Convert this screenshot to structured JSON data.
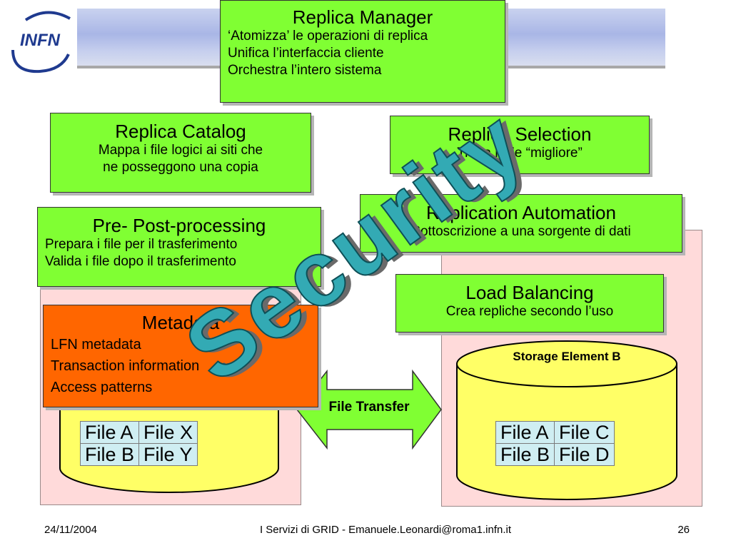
{
  "header": {
    "logo_text": "INFN"
  },
  "replica_manager": {
    "title": "Replica Manager",
    "lines": [
      "‘Atomizza’ le operazioni di replica",
      "Unifica l’interfaccia cliente",
      "Orchestra l’intero sistema"
    ]
  },
  "replica_catalog": {
    "title": "Replica Catalog",
    "lines": [
      "Mappa i file logici ai siti che",
      "ne posseggono una copia"
    ]
  },
  "replica_selection": {
    "title": "Replica Selection",
    "line": "Trova il file “migliore”"
  },
  "pre_post": {
    "title": "Pre- Post-processing",
    "lines": [
      "Prepara i file per il trasferimento",
      "Valida i file dopo il trasferimento"
    ]
  },
  "replication_automation": {
    "title": "Replication Automation",
    "line": "Sottoscrizione a una sorgente di dati"
  },
  "load_balancing": {
    "title": "Load Balancing",
    "line": "Crea repliche secondo l’uso"
  },
  "metadata": {
    "title": "Metadata",
    "lines": [
      "LFN metadata",
      "Transaction information",
      "Access patterns"
    ]
  },
  "file_transfer": {
    "label": "File Transfer"
  },
  "storage_a": {
    "files": [
      [
        "File A",
        "File X"
      ],
      [
        "File B",
        "File Y"
      ]
    ]
  },
  "storage_b": {
    "label": "Storage Element B",
    "files": [
      [
        "File A",
        "File C"
      ],
      [
        "File B",
        "File D"
      ]
    ]
  },
  "overlay": {
    "word": "Security"
  },
  "footer": {
    "date": "24/11/2004",
    "center": "I Servizi di GRID - Emanuele.Leonardi@roma1.infn.it",
    "page": "26"
  },
  "colors": {
    "box_green": "#80ff33",
    "box_orange": "#ff6600",
    "pink_panel": "#ffdada",
    "cylinder_yellow": "#ffff66",
    "security_teal": "#33aab4",
    "file_cell": "#cfeef2",
    "logo_blue": "#1f3a8f"
  }
}
